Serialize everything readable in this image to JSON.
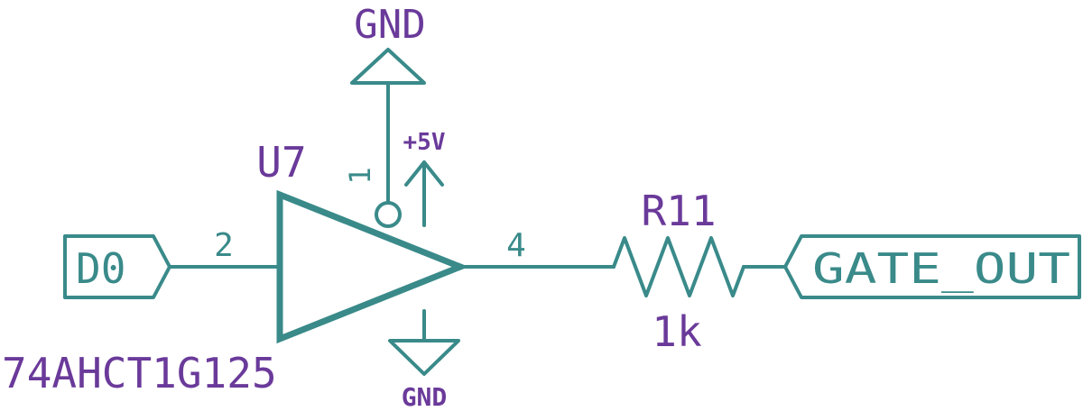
{
  "schematic": {
    "colors": {
      "wire": "#3a8a8a",
      "reference": "#6a3a9a",
      "background": "#ffffff"
    },
    "component": {
      "reference": "U7",
      "value": "74AHCT1G125",
      "type": "buffer-icon",
      "pins": {
        "oe": "1",
        "input": "2",
        "output": "4"
      }
    },
    "resistor": {
      "reference": "R11",
      "value": "1k"
    },
    "power": {
      "top_gnd": "GND",
      "vcc": "+5V",
      "bottom_gnd": "GND"
    },
    "labels": {
      "input": "D0",
      "output": "GATE_OUT"
    }
  }
}
